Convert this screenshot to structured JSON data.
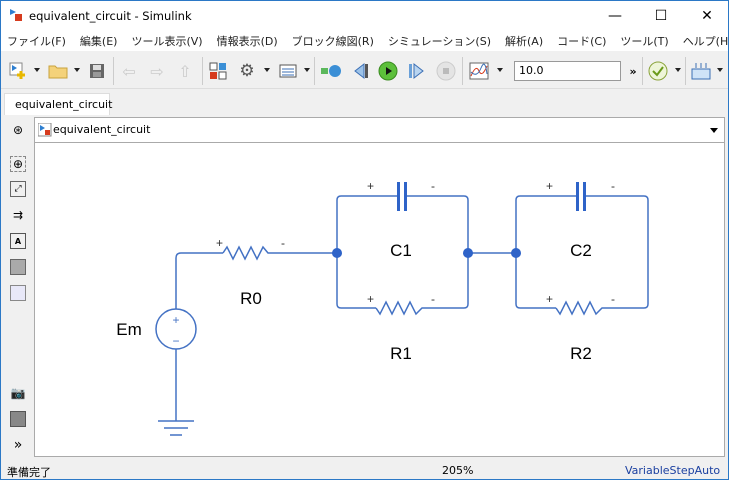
{
  "window": {
    "title": "equivalent_circuit - Simulink",
    "minimize": "—",
    "maximize": "☐",
    "close": "✕"
  },
  "menu": [
    "ファイル(F)",
    "編集(E)",
    "ツール表示(V)",
    "情報表示(D)",
    "ブロック線図(R)",
    "シミュレーション(S)",
    "解析(A)",
    "コード(C)",
    "ツール(T)",
    "ヘルプ(H)"
  ],
  "toolbar": {
    "stop_time": "10.0",
    "more": "»"
  },
  "tab": {
    "label": "equivalent_circuit"
  },
  "address": {
    "path": "equivalent_circuit"
  },
  "diagram": {
    "source_label": "Em",
    "source_plus": "+",
    "source_minus": "−",
    "components": [
      {
        "name": "R0",
        "type": "resistor",
        "plus": "+",
        "minus": "-"
      },
      {
        "name": "C1",
        "type": "capacitor",
        "plus": "+",
        "minus": "-"
      },
      {
        "name": "R1",
        "type": "resistor",
        "plus": "+",
        "minus": "-"
      },
      {
        "name": "C2",
        "type": "capacitor",
        "plus": "+",
        "minus": "-"
      },
      {
        "name": "R2",
        "type": "resistor",
        "plus": "+",
        "minus": "-"
      }
    ],
    "wire_color": "#4472c4",
    "node_color": "#2e63c8"
  },
  "status": {
    "state": "準備完了",
    "zoom": "205%",
    "solver": "VariableStepAuto"
  }
}
